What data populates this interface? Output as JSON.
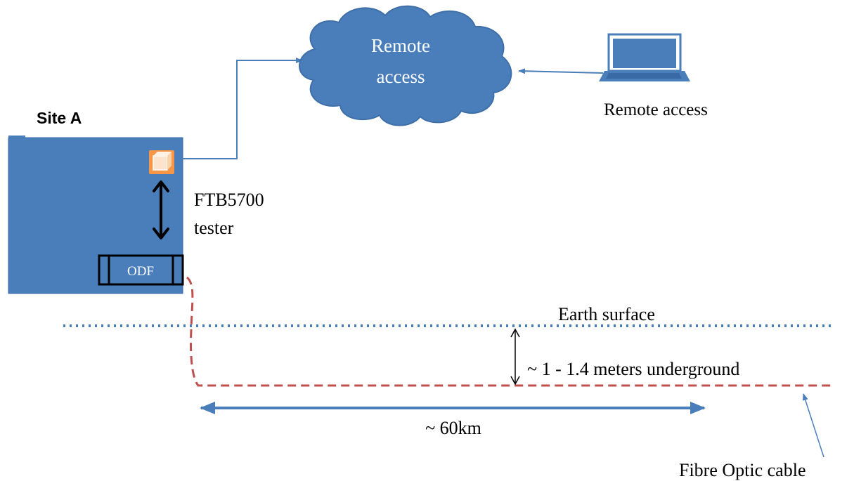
{
  "site": {
    "label": "Site A"
  },
  "cloud": {
    "line1": "Remote",
    "line2": "access"
  },
  "laptop": {
    "label": "Remote access"
  },
  "tester": {
    "line1": "FTB5700",
    "line2": "tester"
  },
  "odf": {
    "label": "ODF"
  },
  "earth": {
    "label": "Earth surface"
  },
  "depth": {
    "label": "~ 1 - 1.4 meters underground"
  },
  "distance": {
    "label": "~ 60km"
  },
  "cable": {
    "label": "Fibre Optic cable"
  },
  "colors": {
    "site_box": "#4a7ebb",
    "cloud": "#4a7ebb",
    "laptop": "#4a7ebb",
    "tester_device": "#f79646",
    "earth_line": "#4a7ebb",
    "fibre_cable": "#c0504d",
    "distance_arrow": "#4a7ebb",
    "link_line": "#4a7ebb"
  }
}
